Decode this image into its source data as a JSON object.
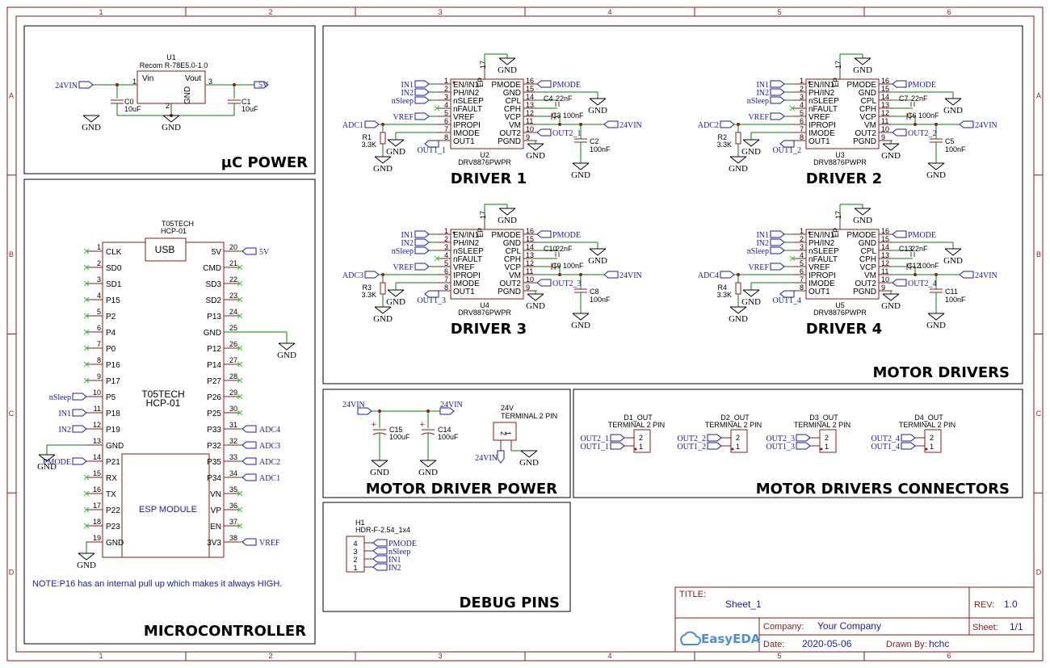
{
  "frame": {
    "columns": [
      "1",
      "2",
      "3",
      "4",
      "5",
      "6"
    ],
    "rows": [
      "A",
      "B",
      "C",
      "D"
    ]
  },
  "sections": {
    "uc_power": "µC POWER",
    "microcontroller": "MICROCONTROLLER",
    "motor_drivers": "MOTOR DRIVERS",
    "motor_driver_power": "MOTOR DRIVER POWER",
    "motor_drivers_connectors": "MOTOR DRIVERS CONNECTORS",
    "debug_pins": "DEBUG PINS"
  },
  "power": {
    "u1_ref": "U1",
    "u1_part": "Recom R-78E5.0-1.0",
    "vin": "Vin",
    "vout": "Vout",
    "gnd": "GND",
    "pin1": "1",
    "pin2": "2",
    "pin3": "3",
    "in_net": "24VIN",
    "out_net": "5V",
    "c0_ref": "C0",
    "c0_val": "10uF",
    "c1_ref": "C1",
    "c1_val": "10uF"
  },
  "gnd_label": "GND",
  "mcu": {
    "ref": "T05TECH",
    "part": "HCP-01",
    "center1": "T05TECH",
    "center2": "HCP-01",
    "usb": "USB",
    "esp": "ESP MODULE",
    "left_pins": [
      {
        "num": "1",
        "name": "CLK",
        "net": ""
      },
      {
        "num": "2",
        "name": "SD0",
        "net": ""
      },
      {
        "num": "3",
        "name": "SD1",
        "net": ""
      },
      {
        "num": "4",
        "name": "P15",
        "net": ""
      },
      {
        "num": "5",
        "name": "P2",
        "net": ""
      },
      {
        "num": "6",
        "name": "P4",
        "net": ""
      },
      {
        "num": "7",
        "name": "P0",
        "net": ""
      },
      {
        "num": "8",
        "name": "P16",
        "net": ""
      },
      {
        "num": "9",
        "name": "P17",
        "net": ""
      },
      {
        "num": "10",
        "name": "P5",
        "net": "nSleep"
      },
      {
        "num": "11",
        "name": "P18",
        "net": "IN1"
      },
      {
        "num": "12",
        "name": "P19",
        "net": "IN2"
      },
      {
        "num": "13",
        "name": "GND",
        "net": ""
      },
      {
        "num": "14",
        "name": "P21",
        "net": "PMODE"
      },
      {
        "num": "15",
        "name": "RX",
        "net": ""
      },
      {
        "num": "16",
        "name": "TX",
        "net": ""
      },
      {
        "num": "17",
        "name": "P22",
        "net": ""
      },
      {
        "num": "18",
        "name": "P23",
        "net": ""
      },
      {
        "num": "19",
        "name": "GND",
        "net": ""
      }
    ],
    "right_pins": [
      {
        "num": "20",
        "name": "5V",
        "net": "5V"
      },
      {
        "num": "21",
        "name": "CMD",
        "net": ""
      },
      {
        "num": "22",
        "name": "SD3",
        "net": ""
      },
      {
        "num": "23",
        "name": "SD2",
        "net": ""
      },
      {
        "num": "24",
        "name": "P13",
        "net": ""
      },
      {
        "num": "25",
        "name": "GND",
        "net": ""
      },
      {
        "num": "26",
        "name": "P12",
        "net": ""
      },
      {
        "num": "27",
        "name": "P14",
        "net": ""
      },
      {
        "num": "28",
        "name": "P27",
        "net": ""
      },
      {
        "num": "29",
        "name": "P26",
        "net": ""
      },
      {
        "num": "30",
        "name": "P25",
        "net": ""
      },
      {
        "num": "31",
        "name": "P33",
        "net": "ADC4"
      },
      {
        "num": "32",
        "name": "P32",
        "net": "ADC3"
      },
      {
        "num": "33",
        "name": "P35",
        "net": "ADC2"
      },
      {
        "num": "34",
        "name": "P34",
        "net": "ADC1"
      },
      {
        "num": "35",
        "name": "VN",
        "net": ""
      },
      {
        "num": "36",
        "name": "VP",
        "net": ""
      },
      {
        "num": "37",
        "name": "EN",
        "net": ""
      },
      {
        "num": "38",
        "name": "3V3",
        "net": "VREF"
      }
    ],
    "note": "NOTE:P16 has an internal pull up which makes it always HIGH."
  },
  "driver_common": {
    "part": "DRV8876PWPR",
    "left_pins": [
      {
        "num": "1",
        "name": "EN/IN1"
      },
      {
        "num": "2",
        "name": "PH/IN2"
      },
      {
        "num": "3",
        "name": "nSLEEP"
      },
      {
        "num": "4",
        "name": "nFAULT"
      },
      {
        "num": "5",
        "name": "VREF"
      },
      {
        "num": "6",
        "name": "IPROPI"
      },
      {
        "num": "7",
        "name": "IMODE"
      },
      {
        "num": "8",
        "name": "OUT1"
      }
    ],
    "right_pins": [
      {
        "num": "16",
        "name": "PMODE"
      },
      {
        "num": "15",
        "name": "GND"
      },
      {
        "num": "14",
        "name": "CPL"
      },
      {
        "num": "13",
        "name": "CPH"
      },
      {
        "num": "12",
        "name": "VCP"
      },
      {
        "num": "11",
        "name": "VM"
      },
      {
        "num": "10",
        "name": "OUT2"
      },
      {
        "num": "9",
        "name": "PGND"
      }
    ],
    "ep": "EP",
    "ep_num": "17",
    "in_nets": [
      "IN1",
      "IN2",
      "nSleep",
      "VREF"
    ],
    "pmode_net": "PMODE",
    "vin_net": "24VIN",
    "r_val": "3.3K",
    "c_cpl_val": "22nF",
    "c_vcp_val": "100nF",
    "c_vm_val": "100nF"
  },
  "drivers": [
    {
      "title": "DRIVER 1",
      "ref": "U2",
      "adc": "ADC1",
      "r": "R1",
      "c_cpl": "C4",
      "c_vcp": "C3",
      "c_vm": "C2",
      "out1": "OUT1_1",
      "out2": "OUT2_1"
    },
    {
      "title": "DRIVER 2",
      "ref": "U3",
      "adc": "ADC2",
      "r": "R2",
      "c_cpl": "C7",
      "c_vcp": "C6",
      "c_vm": "C5",
      "out1": "OUT1_2",
      "out2": "OUT2_2"
    },
    {
      "title": "DRIVER 3",
      "ref": "U4",
      "adc": "ADC3",
      "r": "R3",
      "c_cpl": "C10",
      "c_vcp": "C9",
      "c_vm": "C8",
      "out1": "OUT1_3",
      "out2": "OUT2_3"
    },
    {
      "title": "DRIVER 4",
      "ref": "U5",
      "adc": "ADC4",
      "r": "R4",
      "c_cpl": "C13",
      "c_vcp": "C12",
      "c_vm": "C11",
      "out1": "OUT1_4",
      "out2": "OUT2_4"
    }
  ],
  "mdpower": {
    "net_a": "24VIN",
    "net_b": "24VIN",
    "c15_ref": "C15",
    "c15_val": "100uF",
    "c14_ref": "C14",
    "c14_val": "100uF",
    "term_ref": "24V",
    "term_part": "TERMINAL 2 PIN",
    "term_vin": "24VIN",
    "pin1": "1",
    "pin2": "2"
  },
  "connectors": [
    {
      "ref": "D1_OUT",
      "part": "TERMINAL 2 PIN",
      "net2": "OUT2_1",
      "net1": "OUT1_1"
    },
    {
      "ref": "D2_OUT",
      "part": "TERMINAL 2 PIN",
      "net2": "OUT2_2",
      "net1": "OUT1_2"
    },
    {
      "ref": "D3_OUT",
      "part": "TERMINAL 2 PIN",
      "net2": "OUT2_3",
      "net1": "OUT1_3"
    },
    {
      "ref": "D4_OUT",
      "part": "TERMINAL 2 PIN",
      "net2": "OUT2_4",
      "net1": "OUT1_4"
    }
  ],
  "connector_pins": [
    "2",
    "1"
  ],
  "debug": {
    "ref": "H1",
    "part": "HDR-F-2.54_1x4",
    "pins": [
      {
        "num": "4",
        "net": "PMODE"
      },
      {
        "num": "3",
        "net": "nSleep"
      },
      {
        "num": "2",
        "net": "IN1"
      },
      {
        "num": "1",
        "net": "IN2"
      }
    ]
  },
  "titleblock": {
    "title_label": "TITLE:",
    "title": "Sheet_1",
    "rev_label": "REV:",
    "rev": "1.0",
    "company_label": "Company:",
    "company": "Your Company",
    "sheet_label": "Sheet:",
    "sheet": "1/1",
    "date_label": "Date:",
    "date": "2020-05-06",
    "drawn_label": "Drawn By:",
    "drawn": "hchc",
    "logo": "EasyEDA"
  }
}
